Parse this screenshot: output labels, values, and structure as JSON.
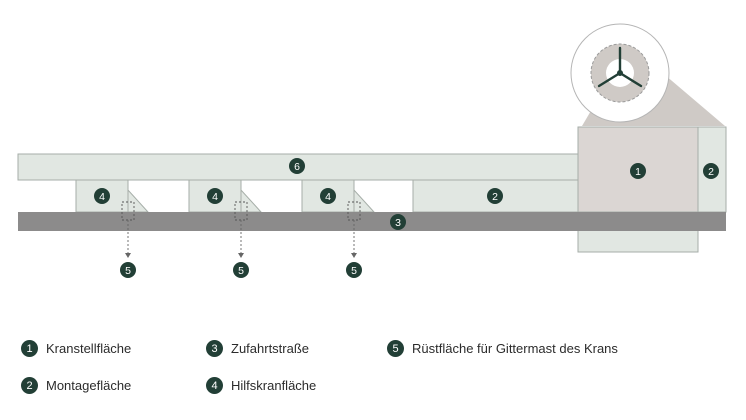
{
  "colors": {
    "badge": "#223f36",
    "light_area": "#e1e7e2",
    "crane_area": "#dbd6d3",
    "road": "#8c8b8b",
    "outline": "#a6aea8",
    "beam": "#cfcac6"
  },
  "diagram": {
    "labels": {
      "kranstell": "1",
      "montage_top": "6",
      "montage_mid": "2",
      "montage_right": "2",
      "road": "3",
      "hilfs_1": "4",
      "hilfs_2": "4",
      "hilfs_3": "4",
      "ruest_1": "5",
      "ruest_2": "5",
      "ruest_3": "5"
    },
    "turbine_icon": "wind-turbine-icon"
  },
  "legend": [
    {
      "num": "1",
      "text": "Kranstellfläche"
    },
    {
      "num": "2",
      "text": "Montagefläche"
    },
    {
      "num": "3",
      "text": "Zufahrtstraße"
    },
    {
      "num": "4",
      "text": "Hilfskranfläche"
    },
    {
      "num": "5",
      "text": "Rüstfläche für Gittermast des Krans"
    }
  ]
}
